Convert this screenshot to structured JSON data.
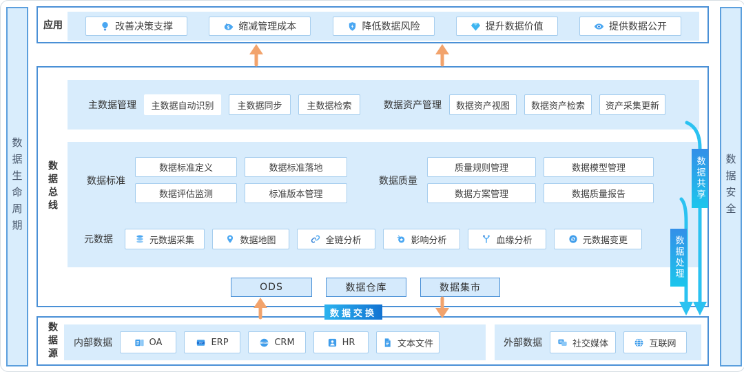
{
  "sidebars": {
    "left": "数据生命周期",
    "right": "数据安全"
  },
  "app_layer": {
    "label": "应用",
    "buttons": [
      {
        "label": "改善决策支撑",
        "icon": "lightbulb-icon"
      },
      {
        "label": "缩减管理成本",
        "icon": "piggy-bank-icon"
      },
      {
        "label": "降低数据风险",
        "icon": "shield-icon"
      },
      {
        "label": "提升数据价值",
        "icon": "diamond-icon"
      },
      {
        "label": "提供数据公开",
        "icon": "eye-icon"
      }
    ]
  },
  "governance_layer": {
    "label": "数据总线",
    "master_data": {
      "label": "主数据管理",
      "buttons": [
        "主数据自动识别",
        "主数据同步",
        "主数据检索"
      ]
    },
    "asset": {
      "label": "数据资产管理",
      "buttons": [
        "数据资产视图",
        "数据资产检索",
        "资产采集更新"
      ]
    },
    "standards": {
      "label": "数据标准",
      "buttons": [
        "数据标准定义",
        "数据标准落地",
        "数据评估监测",
        "标准版本管理"
      ]
    },
    "quality": {
      "label": "数据质量",
      "buttons": [
        "质量规则管理",
        "数据模型管理",
        "数据方案管理",
        "数据质量报告"
      ]
    },
    "metadata": {
      "label": "元数据",
      "buttons": [
        {
          "label": "元数据采集",
          "icon": "database-icon"
        },
        {
          "label": "数据地图",
          "icon": "map-pin-icon"
        },
        {
          "label": "全链分析",
          "icon": "link-icon"
        },
        {
          "label": "影响分析",
          "icon": "impact-icon"
        },
        {
          "label": "血缘分析",
          "icon": "lineage-icon"
        },
        {
          "label": "元数据变更",
          "icon": "refresh-icon"
        }
      ]
    },
    "storage": [
      "ODS",
      "数据仓库",
      "数据集市"
    ]
  },
  "connectors": {
    "exchange": "数据交换",
    "share": "数据共享",
    "process": "数据处理"
  },
  "source_layer": {
    "label": "数据源",
    "internal": {
      "label": "内部数据",
      "buttons": [
        {
          "label": "OA",
          "icon": "oa-icon"
        },
        {
          "label": "ERP",
          "icon": "erp-icon"
        },
        {
          "label": "CRM",
          "icon": "crm-icon"
        },
        {
          "label": "HR",
          "icon": "hr-icon"
        },
        {
          "label": "文本文件",
          "icon": "text-file-icon"
        }
      ]
    },
    "external": {
      "label": "外部数据",
      "buttons": [
        {
          "label": "社交媒体",
          "icon": "social-media-icon"
        },
        {
          "label": "互联网",
          "icon": "internet-icon"
        }
      ]
    }
  },
  "colors": {
    "accent": "#4a90d6",
    "panel": "#d8ecfc",
    "arrow_orange": "#f2a36c",
    "arrow_cyan": "#2bc2f1",
    "badge_start": "#2bb3ef",
    "badge_end": "#1273d2"
  }
}
